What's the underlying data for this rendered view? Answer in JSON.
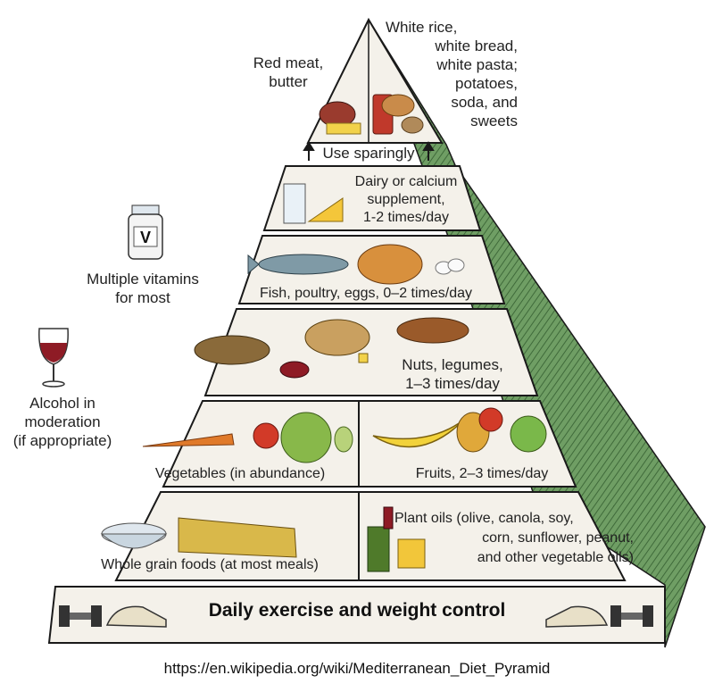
{
  "tiers": {
    "top_left": [
      "Red meat,",
      "butter"
    ],
    "top_right": [
      "White rice,",
      "white bread,",
      "white pasta;",
      "potatoes,",
      "soda, and",
      "sweets"
    ],
    "use_sparingly": "Use sparingly",
    "dairy": [
      "Dairy or calcium",
      "supplement,",
      "1-2 times/day"
    ],
    "fish": "Fish, poultry, eggs, 0–2 times/day",
    "nuts": [
      "Nuts, legumes,",
      "1–3 times/day"
    ],
    "vegetables": "Vegetables (in abundance)",
    "fruits": "Fruits, 2–3 times/day",
    "grains": "Whole grain foods (at most meals)",
    "oils": [
      "Plant oils (olive, canola, soy,",
      "corn, sunflower, peanut,",
      "and other vegetable oils)"
    ],
    "exercise": "Daily exercise and weight control"
  },
  "side_notes": {
    "vitamins": [
      "Multiple vitamins",
      "for most"
    ],
    "vitamin_bottle_letter": "V",
    "alcohol": [
      "Alcohol in",
      "moderation",
      "(if appropriate)"
    ]
  },
  "source": "https://en.wikipedia.org/wiki/Mediterranean_Diet_Pyramid",
  "colors": {
    "tier_fill": "#f4f1ea",
    "side_face": "#6f9e64",
    "outline": "#1a1a1a",
    "wine": "#8e1b25"
  }
}
